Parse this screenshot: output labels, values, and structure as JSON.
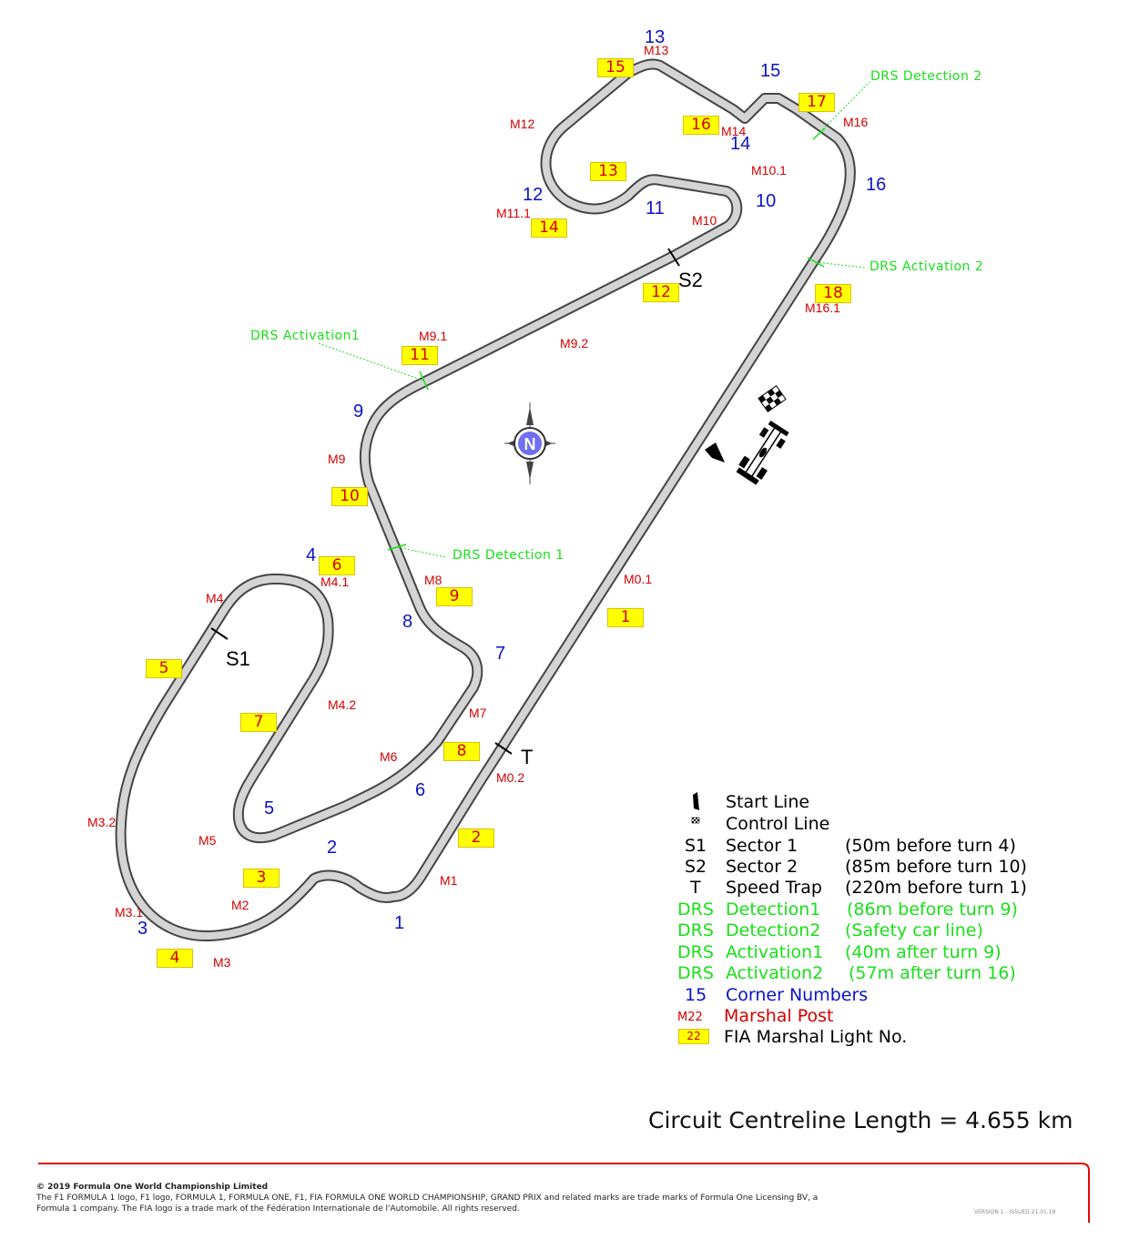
{
  "circuit_length": "Circuit Centreline Length = 4.655 km",
  "sectors": {
    "s1": "S1",
    "s2": "S2",
    "t": "T"
  },
  "corners": [
    "1",
    "2",
    "3",
    "4",
    "5",
    "6",
    "7",
    "8",
    "9",
    "10",
    "11",
    "12",
    "13",
    "14",
    "15",
    "16"
  ],
  "marshal_posts": [
    "M0.1",
    "M0.2",
    "M1",
    "M2",
    "M3",
    "M3.1",
    "M3.2",
    "M4",
    "M4.1",
    "M4.2",
    "M5",
    "M6",
    "M7",
    "M8",
    "M9",
    "M9.1",
    "M9.2",
    "M10",
    "M10.1",
    "M11.1",
    "M12",
    "M13",
    "M14",
    "M16",
    "M16.1"
  ],
  "marshal_lights": [
    "1",
    "2",
    "3",
    "4",
    "5",
    "6",
    "7",
    "8",
    "9",
    "10",
    "11",
    "12",
    "13",
    "14",
    "15",
    "16",
    "17",
    "18"
  ],
  "drs": {
    "detection1": "DRS Detection 1",
    "detection2": "DRS Detection 2",
    "activation1": "DRS Activation1",
    "activation2": "DRS Activation 2"
  },
  "legend": {
    "start_line": "Start Line",
    "control_line": "Control Line",
    "s1_key": "S1",
    "s1_name": "Sector 1",
    "s1_note": "(50m before turn 4)",
    "s2_key": "S2",
    "s2_name": "Sector 2",
    "s2_note": "(85m before turn 10)",
    "t_key": "T",
    "t_name": "Speed Trap",
    "t_note": "(220m before turn 1)",
    "drs_key": "DRS",
    "det1_name": "Detection1",
    "det1_note": "(86m before turn 9)",
    "det2_name": "Detection2",
    "det2_note": "(Safety car line)",
    "act1_name": "Activation1",
    "act1_note": "(40m after turn 9)",
    "act2_name": "Activation2",
    "act2_note": "(57m after turn 16)",
    "corner_key": "15",
    "corner_name": "Corner Numbers",
    "marshal_key": "M22",
    "marshal_name": "Marshal Post",
    "light_key": "22",
    "light_name": "FIA Marshal Light No."
  },
  "north_label": "N",
  "footer": {
    "copyright": "© 2019 Formula One World Championship Limited",
    "line1": "The F1 FORMULA 1 logo, F1 logo, FORMULA 1, FORMULA ONE, F1, FIA FORMULA ONE WORLD CHAMPIONSHIP, GRAND PRIX and related marks are trade marks of Formula One Licensing BV, a",
    "line2": "Formula 1 company. The FIA logo is a trade mark of the Fédération Internationale de l'Automobile. All rights reserved.",
    "version": "VERSION 1 - ISSUED 21.01.19"
  },
  "colors": {
    "corner": "#0b12c8",
    "marshal": "#d40000",
    "light_bg": "#ffff00",
    "drs": "#19e019",
    "track": "#d4d4d4",
    "footer_line": "#e10600"
  }
}
